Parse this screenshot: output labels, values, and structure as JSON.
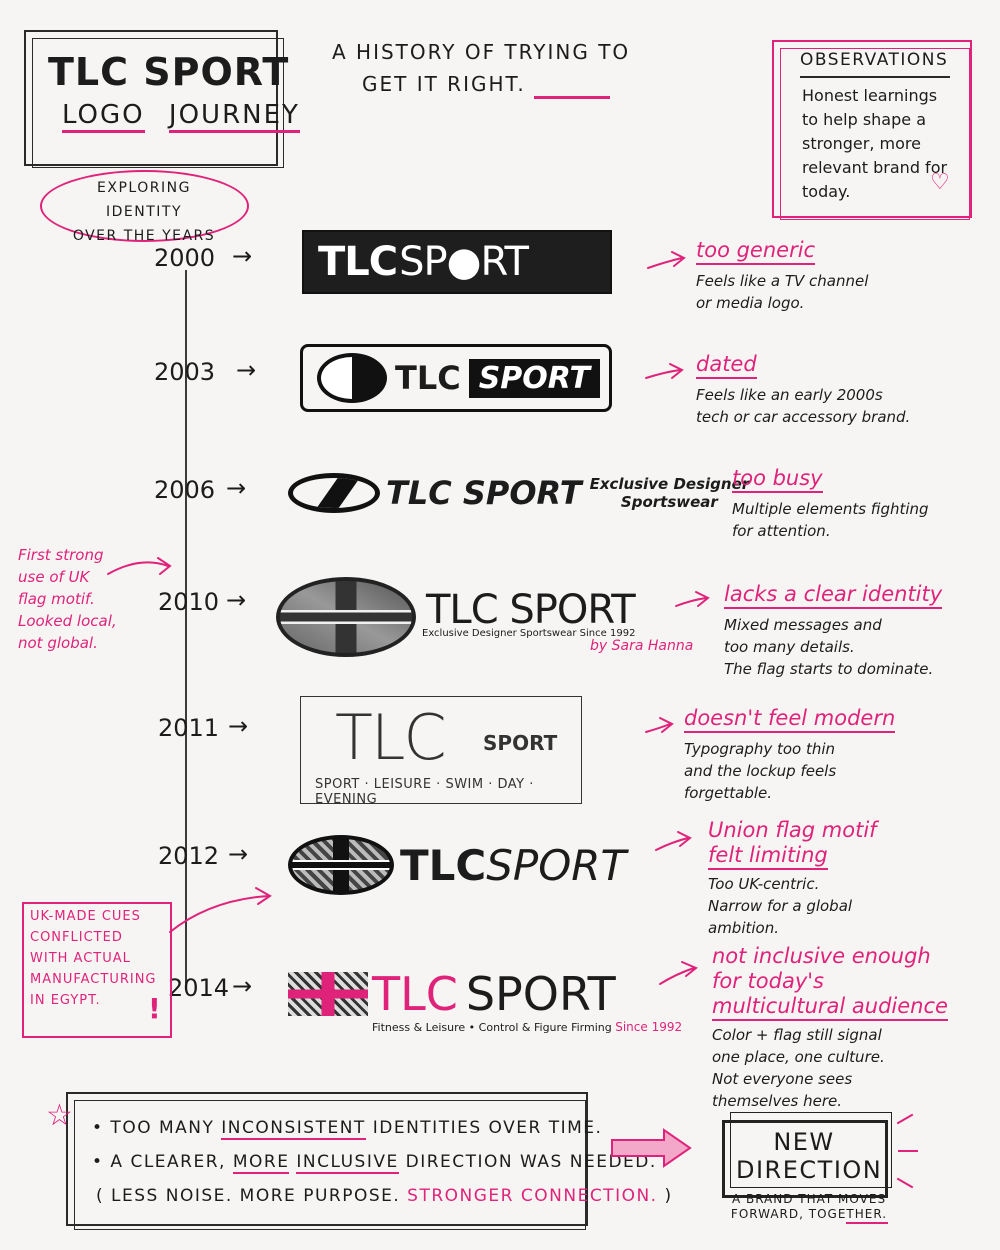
{
  "title": {
    "line1": "TLC SPORT",
    "line2_a": "LOGO",
    "line2_b": "JOURNEY",
    "subtitle_l1": "A history of trying to",
    "subtitle_l2": "get it right."
  },
  "oval_note": {
    "line1": "Exploring identity",
    "line2": "over the years"
  },
  "observations": {
    "heading": "Observations",
    "body": "Honest learnings to help shape a stronger, more relevant brand for today.",
    "heart": "♡"
  },
  "timeline": [
    {
      "year": "2000",
      "arrow": "→",
      "note_title": "too generic",
      "note_l1": "Feels like a TV channel",
      "note_l2": "or media logo.",
      "note_l3": ""
    },
    {
      "year": "2003",
      "arrow": "→",
      "note_title": "dated",
      "note_l1": "Feels like an early 2000s",
      "note_l2": "tech or car accessory brand.",
      "note_l3": ""
    },
    {
      "year": "2006",
      "arrow": "→",
      "note_title": "too busy",
      "note_l1": "Multiple elements fighting",
      "note_l2": "for attention.",
      "note_l3": ""
    },
    {
      "year": "2010",
      "arrow": "→",
      "note_title": "lacks a clear identity",
      "note_l1": "Mixed messages and",
      "note_l2": "too many details.",
      "note_l3": "The flag starts to dominate."
    },
    {
      "year": "2011",
      "arrow": "→",
      "note_title": "doesn't feel modern",
      "note_l1": "Typography too thin",
      "note_l2": "and the lockup feels",
      "note_l3": "forgettable."
    },
    {
      "year": "2012",
      "arrow": "→",
      "note_title_l1": "Union flag motif",
      "note_title_l2": "felt limiting",
      "note_l1": "Too UK-centric.",
      "note_l2": "Narrow for a global",
      "note_l3": "ambition."
    },
    {
      "year": "2014",
      "arrow": "→",
      "note_title_l1": "not inclusive enough",
      "note_title_l2": "for today's",
      "note_title_l3": "multicultural audience",
      "note_l1": "Color + flag still signal",
      "note_l2": "one place, one culture.",
      "note_l3": "Not everyone sees",
      "note_l4": "themselves here."
    }
  ],
  "logos": {
    "l2000_tlc": "TLC",
    "l2000_sport": "SP●RT",
    "l2003_tlc": "TLC",
    "l2003_sport": "SPORT",
    "l2006_text": "TLC SPORT",
    "l2006_tag_l1": "Exclusive Designer",
    "l2006_tag_l2": "Sportswear",
    "l2010_text": "TLC SPORT",
    "l2010_tag": "Exclusive Designer Sportswear Since 1992",
    "l2010_by": "by Sara Hanna",
    "l2011_tlc": "TLC",
    "l2011_sport": "SPORT",
    "l2011_tag": "SPORT · LEISURE · SWIM · DAY · EVENING",
    "l2012_tlc": "TLC",
    "l2012_sport": "SPORT",
    "l2014_tlc": "TLC",
    "l2014_sport": "SPORT",
    "l2014_tag_a": "Fitness & Leisure • Control & Figure Firming",
    "l2014_tag_b": "Since 1992"
  },
  "side_note_2010": {
    "l1": "First strong",
    "l2": "use of UK",
    "l3": "flag motif.",
    "l4": "Looked local,",
    "l5": "not global."
  },
  "uk_note": {
    "l1": "UK-made cues",
    "l2": "conflicted",
    "l3": "with actual",
    "l4": "manufacturing",
    "l5": "in Egypt.",
    "bang": "!"
  },
  "summary": {
    "star": "☆",
    "b1_a": "• Too many",
    "b1_u": "inconsistent",
    "b1_b": "identities over time.",
    "b2_a": "• A clearer,",
    "b2_u1": "more",
    "b2_u2": "inclusive",
    "b2_b": "direction was needed.",
    "b3_a": "( Less noise. More purpose.",
    "b3_p": "Stronger connection.",
    "b3_b": ")"
  },
  "new_direction": {
    "l1": "New",
    "l2": "Direction",
    "tag_l1": "A brand that moves",
    "tag_l2": "forward, together."
  },
  "colors": {
    "accent": "#e0237a",
    "ink": "#1c1c1c",
    "paper": "#f6f5f3"
  }
}
